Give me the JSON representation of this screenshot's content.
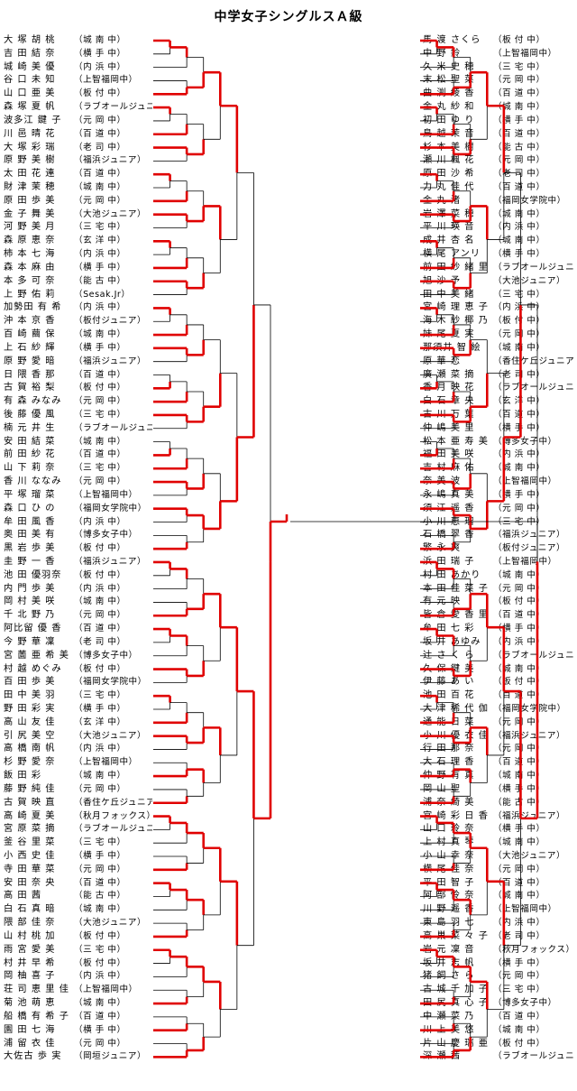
{
  "title": "中学女子シングルスＡ級",
  "colors": {
    "win_line": "#e00000",
    "lose_line": "#000000"
  },
  "left_entries": [
    {
      "name": "大 塚 胡 桃",
      "club": "（城 南 中）"
    },
    {
      "name": "吉 田 結 奈",
      "club": "（横 手 中）"
    },
    {
      "name": "城 崎 美 優",
      "club": "（内 浜 中）"
    },
    {
      "name": "谷 口 未 知",
      "club": "（上智福岡中）"
    },
    {
      "name": "山 口 亜 美",
      "club": "（板 付 中）"
    },
    {
      "name": "森 塚 夏 帆",
      "club": "（ラブオールジュニア）"
    },
    {
      "name": "波多江 鍵 子",
      "club": "（元 岡 中）"
    },
    {
      "name": "川 邑 晴 花",
      "club": "（百 道 中）"
    },
    {
      "name": "大 塚 彩 瑞",
      "club": "（老 司 中）"
    },
    {
      "name": "原 野 美 樹",
      "club": "（福浜ジュニア）"
    },
    {
      "name": "太 田 花 連",
      "club": "（百 道 中）"
    },
    {
      "name": "財 津 茉 穂",
      "club": "（城 南 中）"
    },
    {
      "name": "原 田 歩 美",
      "club": "（元 岡 中）"
    },
    {
      "name": "金 子 舞 美",
      "club": "（大池ジュニア）"
    },
    {
      "name": "河 野 美 月",
      "club": "（三 宅 中）"
    },
    {
      "name": "森 原 恵 奈",
      "club": "（玄 洋 中）"
    },
    {
      "name": "柿 本 七 海",
      "club": "（内 浜 中）"
    },
    {
      "name": "森 本 麻 由",
      "club": "（横 手 中）"
    },
    {
      "name": "本 多 可 奈",
      "club": "（能 古 中）"
    },
    {
      "name": "上 野 佑 莉",
      "club": "（Sesak.Jr）"
    },
    {
      "name": "加勢田 有 希",
      "club": "（内 浜 中）"
    },
    {
      "name": "沖 本 京 香",
      "club": "（板付ジュニア）"
    },
    {
      "name": "百 崎 繭 保",
      "club": "（城 南 中）"
    },
    {
      "name": "上 石 紗 輝",
      "club": "（横 手 中）"
    },
    {
      "name": "原 野 愛 暗",
      "club": "（福浜ジュニア）"
    },
    {
      "name": "日 隈 香 那",
      "club": "（百 道 中）"
    },
    {
      "name": "古 賀 裕 梨",
      "club": "（板 付 中）"
    },
    {
      "name": "有 森 みなみ",
      "club": "（元 岡 中）"
    },
    {
      "name": "後 藤 優 風",
      "club": "（三 宅 中）"
    },
    {
      "name": "楠 元 井 生",
      "club": "（ラブオールジュニア）"
    },
    {
      "name": "安 田 結 菜",
      "club": "（城 南 中）"
    },
    {
      "name": "前 田 紗 花",
      "club": "（百 道 中）"
    },
    {
      "name": "山 下 莉 奈",
      "club": "（三 宅 中）"
    },
    {
      "name": "香 川 ななみ",
      "club": "（元 岡 中）"
    },
    {
      "name": "平 塚 瑠 菜",
      "club": "（上智福岡中）"
    },
    {
      "name": "森 口 ひ の",
      "club": "（福岡女学院中）"
    },
    {
      "name": "牟 田 風 香",
      "club": "（内 浜 中）"
    },
    {
      "name": "奥 田 美 有",
      "club": "（博多女子中）"
    },
    {
      "name": "黒 岩 歩 美",
      "club": "（板 付 中）"
    },
    {
      "name": "圭 野 一 香",
      "club": "（福浜ジュニア）"
    },
    {
      "name": "池 田 優羽奈",
      "club": "（板 付 中）"
    },
    {
      "name": "内 門 歩 美",
      "club": "（内 浜 中）"
    },
    {
      "name": "岡 村 美 咲",
      "club": "（城 南 中）"
    },
    {
      "name": "千 北 野 乃",
      "club": "（元 岡 中）"
    },
    {
      "name": "阿比留 優 香",
      "club": "（百 道 中）"
    },
    {
      "name": "今 野 華 凜",
      "club": "（老 司 中）"
    },
    {
      "name": "宮 薗 亜 希 美",
      "club": "（博多女子中）"
    },
    {
      "name": "村 越 めぐみ",
      "club": "（板 付 中）"
    },
    {
      "name": "百 田 歩 美",
      "club": "（福岡女学院中）"
    },
    {
      "name": "田 中 美 羽",
      "club": "（三 宅 中）"
    },
    {
      "name": "野 田 彩 実",
      "club": "（横 手 中）"
    },
    {
      "name": "高 山 友 佳",
      "club": "（玄 洋 中）"
    },
    {
      "name": "引 尻 美 空",
      "club": "（大池ジュニア）"
    },
    {
      "name": "高 橋 南 帆",
      "club": "（内 浜 中）"
    },
    {
      "name": "杉 野 愛 奈",
      "club": "（上智福岡中）"
    },
    {
      "name": "飯 田 彩",
      "club": "（城 南 中）"
    },
    {
      "name": "藤 野 純 佳",
      "club": "（元 岡 中）"
    },
    {
      "name": "古 賀 映 直",
      "club": "（香住ケ丘ジュニア）"
    },
    {
      "name": "高 崎 夏 美",
      "club": "（秋月フォックス）"
    },
    {
      "name": "宮 原 菜 摘",
      "club": "（ラブオールジュニア）"
    },
    {
      "name": "釜 谷 里 菜",
      "club": "（三 宅 中）"
    },
    {
      "name": "小 西 史 佳",
      "club": "（横 手 中）"
    },
    {
      "name": "寺 田 華 菜",
      "club": "（元 岡 中）"
    },
    {
      "name": "安 田 奈 央",
      "club": "（百 道 中）"
    },
    {
      "name": "高 田 茜",
      "club": "（能 古 中）"
    },
    {
      "name": "白 石 真 暗",
      "club": "（城 南 中）"
    },
    {
      "name": "隈 部 佳 奈",
      "club": "（大池ジュニア）"
    },
    {
      "name": "山 村 桃 加",
      "club": "（板 付 中）"
    },
    {
      "name": "雨 宮 愛 美",
      "club": "（三 宅 中）"
    },
    {
      "name": "村 井 早 希",
      "club": "（板 付 中）"
    },
    {
      "name": "岡 柚 喜 子",
      "club": "（内 浜 中）"
    },
    {
      "name": "荘 司 恵 里 佳",
      "club": "（上智福岡中）"
    },
    {
      "name": "菊 池 萌 恵",
      "club": "（城 南 中）"
    },
    {
      "name": "船 橋 有 希 子",
      "club": "（百 道 中）"
    },
    {
      "name": "園 田 七 海",
      "club": "（横 手 中）"
    },
    {
      "name": "浦 留 衣 佳",
      "club": "（元 岡 中）"
    },
    {
      "name": "大佐古 歩 実",
      "club": "（岡垣ジュニア）"
    }
  ],
  "right_entries": [
    {
      "name": "馬 渡 さくら",
      "club": "（板 付 中）"
    },
    {
      "name": "中 野 鈴",
      "club": "（上智福岡中）"
    },
    {
      "name": "久 米 史 穂",
      "club": "（三 宅 中）"
    },
    {
      "name": "末 松 聖 菜",
      "club": "（元 岡 中）"
    },
    {
      "name": "曲 渕 綾 香",
      "club": "（百 道 中）"
    },
    {
      "name": "金 丸 紗 和",
      "club": "（城 南 中）"
    },
    {
      "name": "初 田 ゆ り",
      "club": "（横 手 中）"
    },
    {
      "name": "鳥 越 茉 音",
      "club": "（百 道 中）"
    },
    {
      "name": "杉 本 美 樹",
      "club": "（能 古 中）"
    },
    {
      "name": "瀬 川 楓 花",
      "club": "（元 岡 中）"
    },
    {
      "name": "原 田 沙 希",
      "club": "（老 司 中）"
    },
    {
      "name": "力 丸 佳 代",
      "club": "（百 道 中）"
    },
    {
      "name": "金 丸 渚",
      "club": "（福岡女学院中）"
    },
    {
      "name": "岩 澤 菜 穂",
      "club": "（城 南 中）"
    },
    {
      "name": "平 川 瑛 音",
      "club": "（内 浜 中）"
    },
    {
      "name": "成 井 杏 名",
      "club": "（城 南 中）"
    },
    {
      "name": "横 尾 アンリ",
      "club": "（横 手 中）"
    },
    {
      "name": "前 田 紗 緒 里",
      "club": "（ラブオールジュニア）"
    },
    {
      "name": "旭 沙 予",
      "club": "（大池ジュニア）"
    },
    {
      "name": "田 中 美 緒",
      "club": "（三 宅 中）"
    },
    {
      "name": "宮 崎 理 恵 子",
      "club": "（内 浜 中）"
    },
    {
      "name": "海 木 紗 椰 乃",
      "club": "（板 付 中）"
    },
    {
      "name": "妹 尾 夏 実",
      "club": "（元 岡 中）"
    },
    {
      "name": "那須井 智 絵",
      "club": "（城 南 中）"
    },
    {
      "name": "原 華 恋",
      "club": "（香住ケ丘ジュニア）"
    },
    {
      "name": "廣 瀬 菜 摘",
      "club": "（老 司 中）"
    },
    {
      "name": "香 月 映 花",
      "club": "（ラブオールジュニア）"
    },
    {
      "name": "白 石 章 央",
      "club": "（玄 洋 中）"
    },
    {
      "name": "古 川 万 葉",
      "club": "（百 道 中）"
    },
    {
      "name": "仲 嶋 美 里",
      "club": "（横 手 中）"
    },
    {
      "name": "松 本 亜 寿 美",
      "club": "（博多女子中）"
    },
    {
      "name": "福 田 美 咲",
      "club": "（内 浜 中）"
    },
    {
      "name": "吉 村 麻 佑",
      "club": "（城 南 中）"
    },
    {
      "name": "奈 美 波",
      "club": "（上智福岡中）"
    },
    {
      "name": "永 嶋 真 美",
      "club": "（横 手 中）"
    },
    {
      "name": "須 江 遥 香",
      "club": "（元 岡 中）"
    },
    {
      "name": "小 川 恵 瑠",
      "club": "（三 宅 中）"
    },
    {
      "name": "石 橋 翠 香",
      "club": "（福浜ジュニア）"
    },
    {
      "name": "繁 永 爽",
      "club": "（板付ジュニア）"
    },
    {
      "name": "浜 田 瑞 子",
      "club": "（上智福岡中）"
    },
    {
      "name": "村 田 あかり",
      "club": "（城 南 中）"
    },
    {
      "name": "本 田 佳 菜 子",
      "club": "（元 岡 中）"
    },
    {
      "name": "有 元 映",
      "club": "（板 付 中）"
    },
    {
      "name": "皆 倉 愛 香 里",
      "club": "（百 道 中）"
    },
    {
      "name": "牟 田 七 彩",
      "club": "（横 手 中）"
    },
    {
      "name": "坂 井 あゆみ",
      "club": "（内 浜 中）"
    },
    {
      "name": "辻 さ く ら",
      "club": "（ラブオールジュニア）"
    },
    {
      "name": "久 保 鍵 美",
      "club": "（城 南 中）"
    },
    {
      "name": "伊 藤 あ い",
      "club": "（板 付 中）"
    },
    {
      "name": "池 田 百 花",
      "club": "（百 道 中）"
    },
    {
      "name": "大 津 稀 代 伽",
      "club": "（福岡女学院中）"
    },
    {
      "name": "通 能 日 菜",
      "club": "（元 岡 中）"
    },
    {
      "name": "小 川 優 衣 佳",
      "club": "（福浜ジュニア）"
    },
    {
      "name": "行 田 那 奈",
      "club": "（元 岡 中）"
    },
    {
      "name": "大 石 理 香",
      "club": "（百 道 中）"
    },
    {
      "name": "仲 野 有 真",
      "club": "（城 南 中）"
    },
    {
      "name": "岡 山 聖",
      "club": "（横 手 中）"
    },
    {
      "name": "浦 奈 綺 美",
      "club": "（能 古 中）"
    },
    {
      "name": "宮 崎 彩 日 香",
      "club": "（福浜ジュニア）"
    },
    {
      "name": "山 口 玲 奈",
      "club": "（横 手 中）"
    },
    {
      "name": "上 村 真 琴",
      "club": "（城 南 中）"
    },
    {
      "name": "小 山 幸 奈",
      "club": "（大池ジュニア）"
    },
    {
      "name": "横 尾 佳 奈",
      "club": "（元 岡 中）"
    },
    {
      "name": "平 田 智 子",
      "club": "（百 道 中）"
    },
    {
      "name": "阿 部 怜 奈",
      "club": "（城 南 中）"
    },
    {
      "name": "川 野 遥 香",
      "club": "（上智福岡中）"
    },
    {
      "name": "東 島 羽 七",
      "club": "（内 浜 中）"
    },
    {
      "name": "高 巣 菜 々 子",
      "club": "（老 司 中）"
    },
    {
      "name": "岩 元 凜 音",
      "club": "（秋月フォックス）"
    },
    {
      "name": "坂 井 志 帆",
      "club": "（横 手 中）"
    },
    {
      "name": "猪 飼 さ ら",
      "club": "（元 岡 中）"
    },
    {
      "name": "古 城 千 加 子",
      "club": "（三 宅 中）"
    },
    {
      "name": "田 尻 真 心 子",
      "club": "（博多女子中）"
    },
    {
      "name": "中 瀬 菜 乃",
      "club": "（百 道 中）"
    },
    {
      "name": "川 上 美 悠",
      "club": "（城 南 中）"
    },
    {
      "name": "片 山 慶 瑞 亜",
      "club": "（板 付 中）"
    },
    {
      "name": "深 瀬 茜",
      "club": "（ラブオールジュニア）"
    }
  ],
  "final_score": ""
}
